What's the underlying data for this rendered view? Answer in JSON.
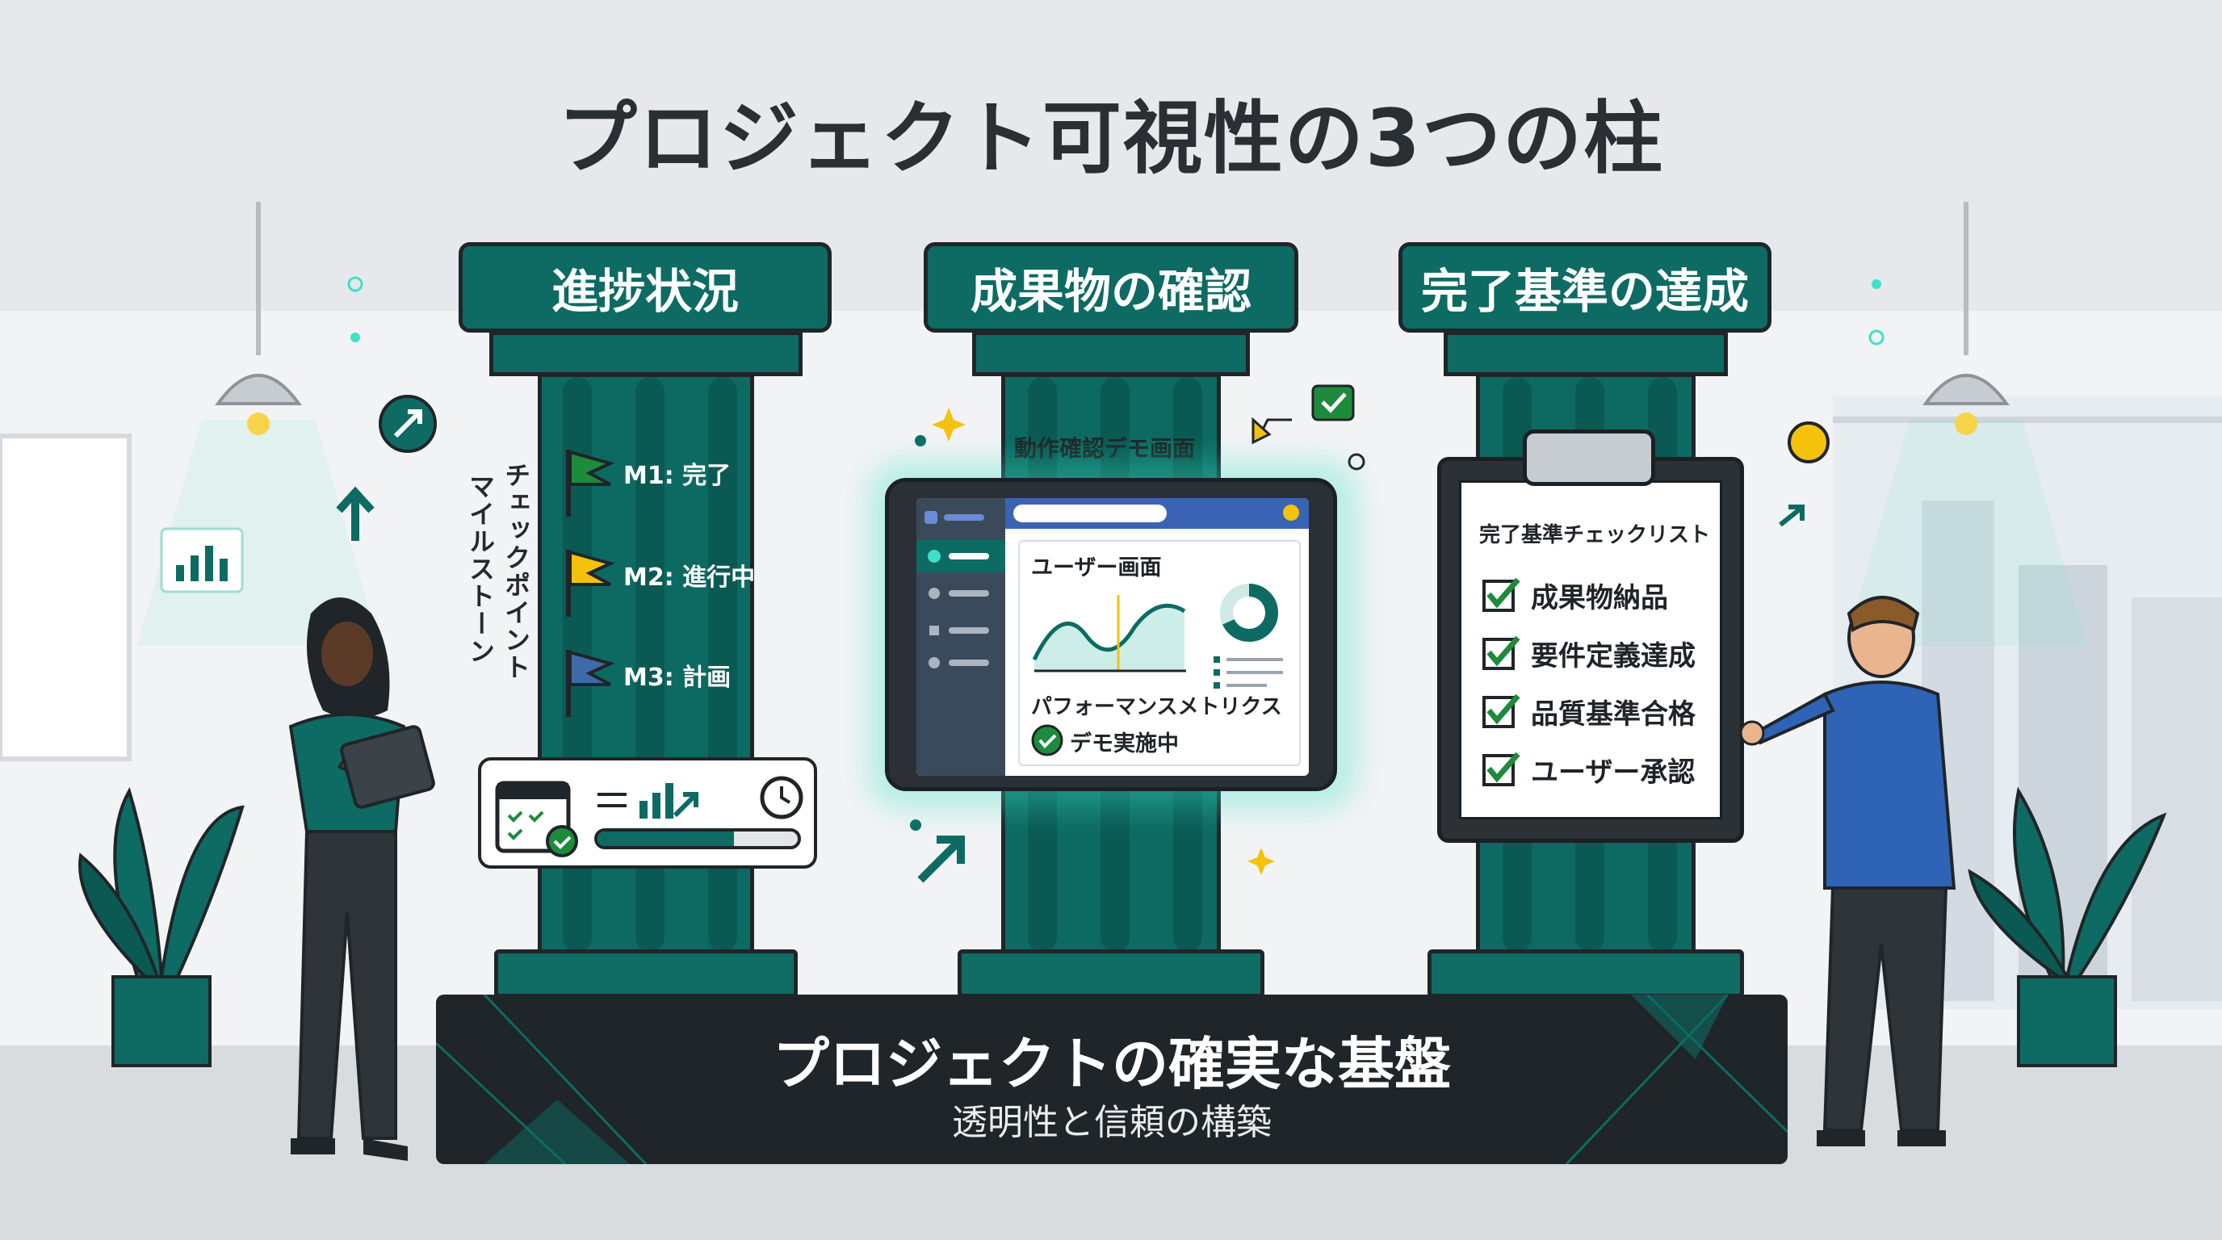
{
  "title": "プロジェクト可視性の3つの柱",
  "pillars": [
    {
      "header": "進捗状況"
    },
    {
      "header": "成果物の確認"
    },
    {
      "header": "完了基準の達成"
    }
  ],
  "progress": {
    "vertical_label_1": "チェックポイント",
    "vertical_label_2": "マイルストーン",
    "milestones": [
      {
        "label": "M1: 完了",
        "color": "#1e8a3c"
      },
      {
        "label": "M2: 進行中",
        "color": "#f4c20d"
      },
      {
        "label": "M3: 計画",
        "color": "#3e6aa8"
      }
    ]
  },
  "deliverable": {
    "caption": "動作確認デモ画面",
    "screen_heading": "ユーザー画面",
    "metrics_label": "パフォーマンスメトリクス",
    "status_label": "デモ実施中"
  },
  "criteria": {
    "checklist_title": "完了基準チェックリスト",
    "items": [
      "成果物納品",
      "要件定義達成",
      "品質基準合格",
      "ユーザー承認"
    ]
  },
  "foundation": {
    "title": "プロジェクトの確実な基盤",
    "subtitle": "透明性と信頼の構築"
  },
  "colors": {
    "teal": "#0d6b63",
    "dark": "#1f2528",
    "check_green": "#1e8a3c",
    "accent_yellow": "#f4c20d"
  }
}
